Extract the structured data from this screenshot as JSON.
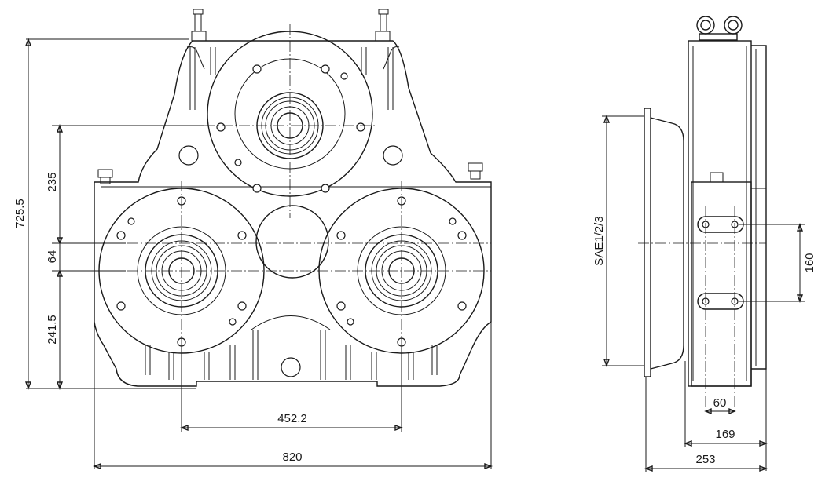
{
  "drawing": {
    "front_view": {
      "dim_overall_height": "725.5",
      "dim_upper_pitch": "235",
      "dim_offset": "64",
      "dim_lower": "241.5",
      "dim_output_spacing": "452.2",
      "dim_overall_width": "820"
    },
    "side_view": {
      "flange_label": "SAE1/2/3",
      "dim_slot_pitch": "160",
      "dim_slot_width": "60",
      "dim_mount_depth": "169",
      "dim_total_depth": "253"
    }
  }
}
